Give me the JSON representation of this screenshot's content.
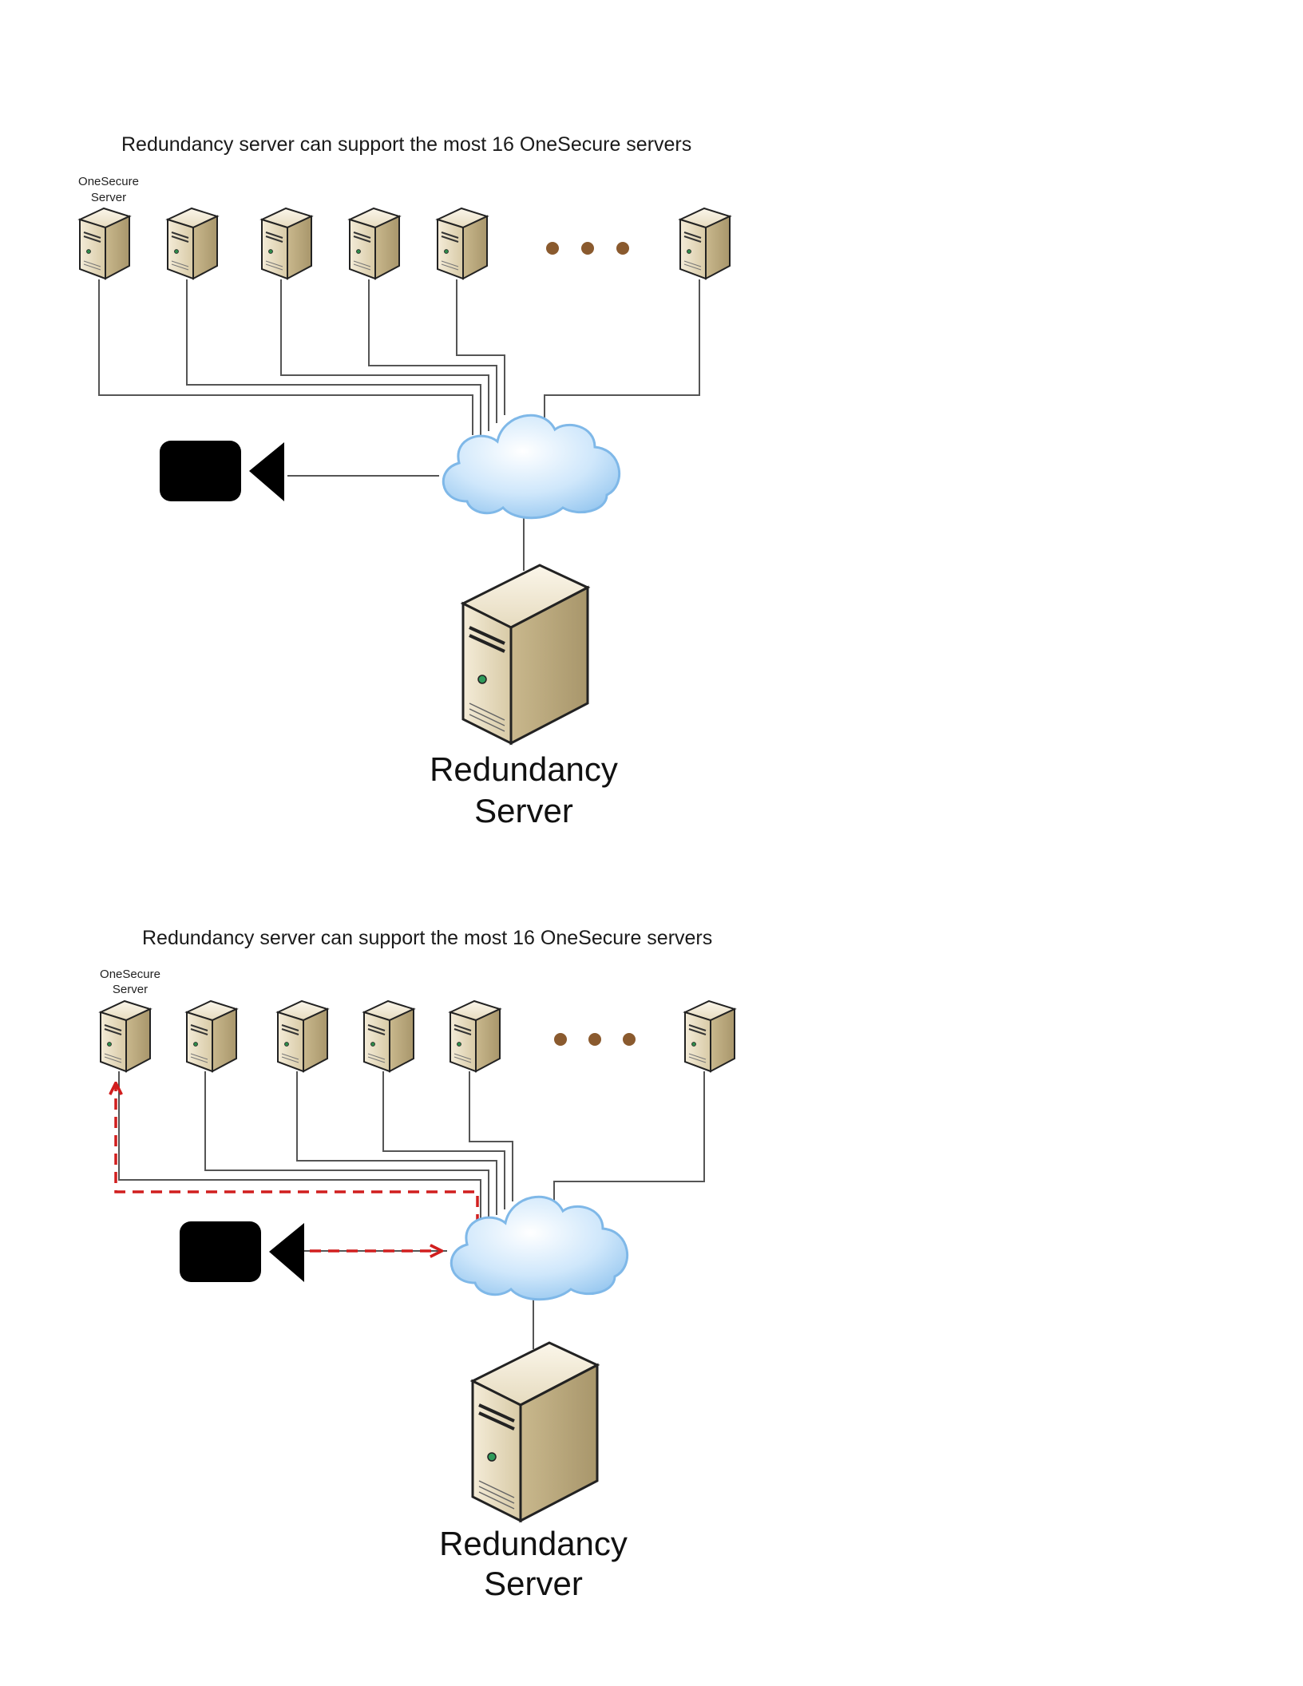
{
  "diagrams": [
    {
      "caption": "Redundancy server can support the most 16 OneSecure servers",
      "server_label_line1": "OneSecure",
      "server_label_line2": "Server",
      "redundancy_label_line1": "Redundancy",
      "redundancy_label_line2": "Server",
      "shows_failover_path": false
    },
    {
      "caption": "Redundancy server can support the most 16 OneSecure servers",
      "server_label_line1": "OneSecure",
      "server_label_line2": "Server",
      "redundancy_label_line1": "Redundancy",
      "redundancy_label_line2": "Server",
      "shows_failover_path": true
    }
  ],
  "icons": {
    "server": "server-tower-icon",
    "cloud": "network-cloud-icon",
    "camera": "video-camera-icon",
    "ellipsis": "ellipsis-icon"
  },
  "colors": {
    "failover_path": "#d11e1e",
    "ellipsis_dots": "#8a5a2e",
    "cloud_fill": "#b9dcf7",
    "server_face": "#e8dcc0"
  }
}
